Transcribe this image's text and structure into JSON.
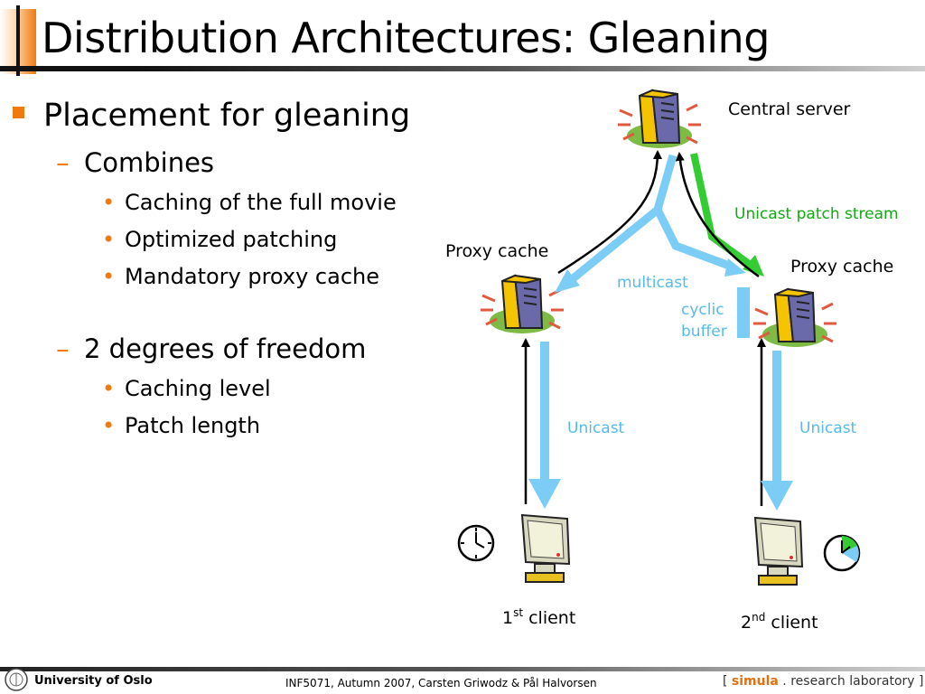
{
  "slide": {
    "title": "Distribution Architectures: Gleaning"
  },
  "bullets": {
    "level1": "Placement for gleaning",
    "combines": {
      "label": "Combines",
      "items": [
        "Caching of the full movie",
        "Optimized patching",
        "Mandatory proxy cache"
      ]
    },
    "freedom": {
      "label": "2 degrees of freedom",
      "items": [
        "Caching level",
        "Patch length"
      ]
    },
    "dash": "–",
    "dot": "•"
  },
  "diagram": {
    "central_server": "Central server",
    "proxy_left": "Proxy cache",
    "proxy_right": "Proxy cache",
    "unicast_patch": "Unicast patch stream",
    "multicast": "multicast",
    "cyclic": "cyclic",
    "buffer": "buffer",
    "unicast_left": "Unicast",
    "unicast_right": "Unicast",
    "client1_num": "1",
    "client1_sup": "st",
    "client1_word": " client",
    "client2_num": "2",
    "client2_sup": "nd",
    "client2_word": " client",
    "colors": {
      "multicast": "#7ccdf5",
      "patch": "#33cc33",
      "unicast_text": "#55bbee",
      "patch_text": "#11aa11"
    }
  },
  "footer": {
    "university": "University of Oslo",
    "course": "INF5071,  Autumn 2007,  Carsten Griwodz & Pål Halvorsen",
    "lab_open": "[ ",
    "lab_brand": "simula",
    "lab_dot": " . ",
    "lab_rest": "research laboratory ]"
  }
}
